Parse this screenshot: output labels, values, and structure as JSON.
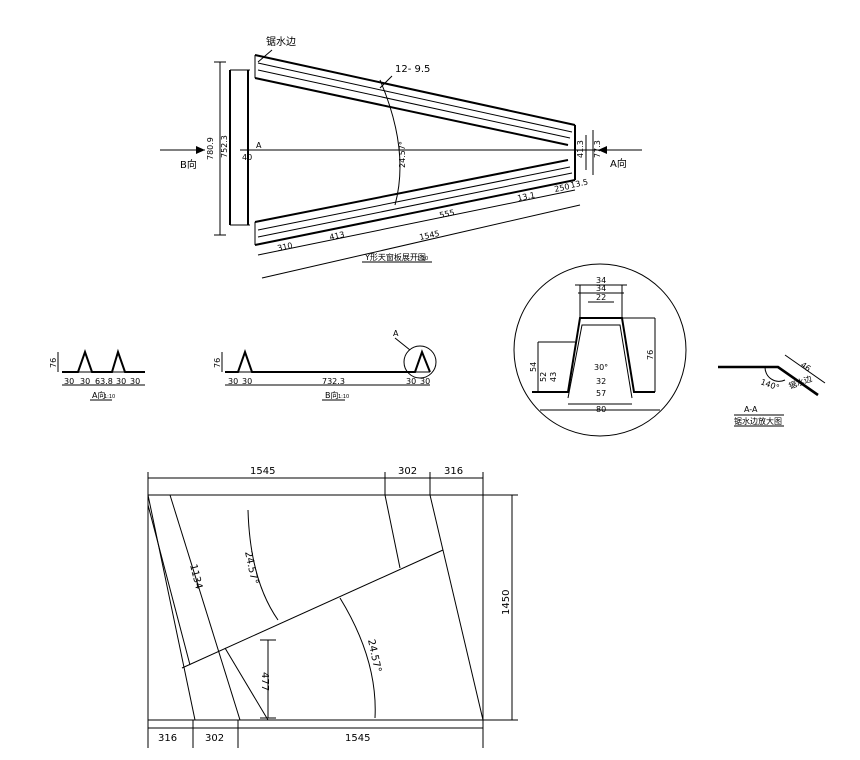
{
  "plan": {
    "edge_label": "锯水边",
    "gauge": "12- 9.5",
    "angle": "24.57°",
    "dim_left_outer": "780.9",
    "dim_left_inner": "752.3",
    "dim_left_small": "40",
    "dim_right_a": "41.3",
    "dim_right_b": "77.3",
    "seg1": "310",
    "seg2": "413",
    "seg3": "555",
    "seg4": "13.1",
    "seg5": "250",
    "seg6": "13.5",
    "total": "1545",
    "caption": "Y形天窗板展开图",
    "caption_scale": "1:10",
    "b_label": "B向",
    "a_label": "A向",
    "a_mark": "A"
  },
  "view_a": {
    "height": "76",
    "dims": [
      "30",
      "30",
      "63.8",
      "30",
      "30"
    ],
    "caption": "A向",
    "scale": "1:10"
  },
  "view_b": {
    "height": "76",
    "dims": [
      "30",
      "30",
      "732.3",
      "30",
      "30"
    ],
    "caption": "B向",
    "scale": "1:10",
    "detail_mark": "A"
  },
  "detail": {
    "top1": "34",
    "top2": "34",
    "top3": "22",
    "right_h": "76",
    "left_h1": "54",
    "left_h2": "52",
    "left_h3": "43",
    "angle": "30°",
    "mid1": "32",
    "mid2": "57",
    "bottom": "80"
  },
  "edge_detail": {
    "dim": "46",
    "angle": "140°",
    "label": "锯水边",
    "caption1": "A-A",
    "caption2": "锯水边放大图"
  },
  "sheet": {
    "top_dims": [
      "1545",
      "302",
      "316"
    ],
    "bottom_dims": [
      "316",
      "302",
      "1545"
    ],
    "left_dim": "1134",
    "angle1": "24.57°",
    "angle2": "24.57°",
    "inner_dim": "477",
    "right_dim": "1450"
  }
}
